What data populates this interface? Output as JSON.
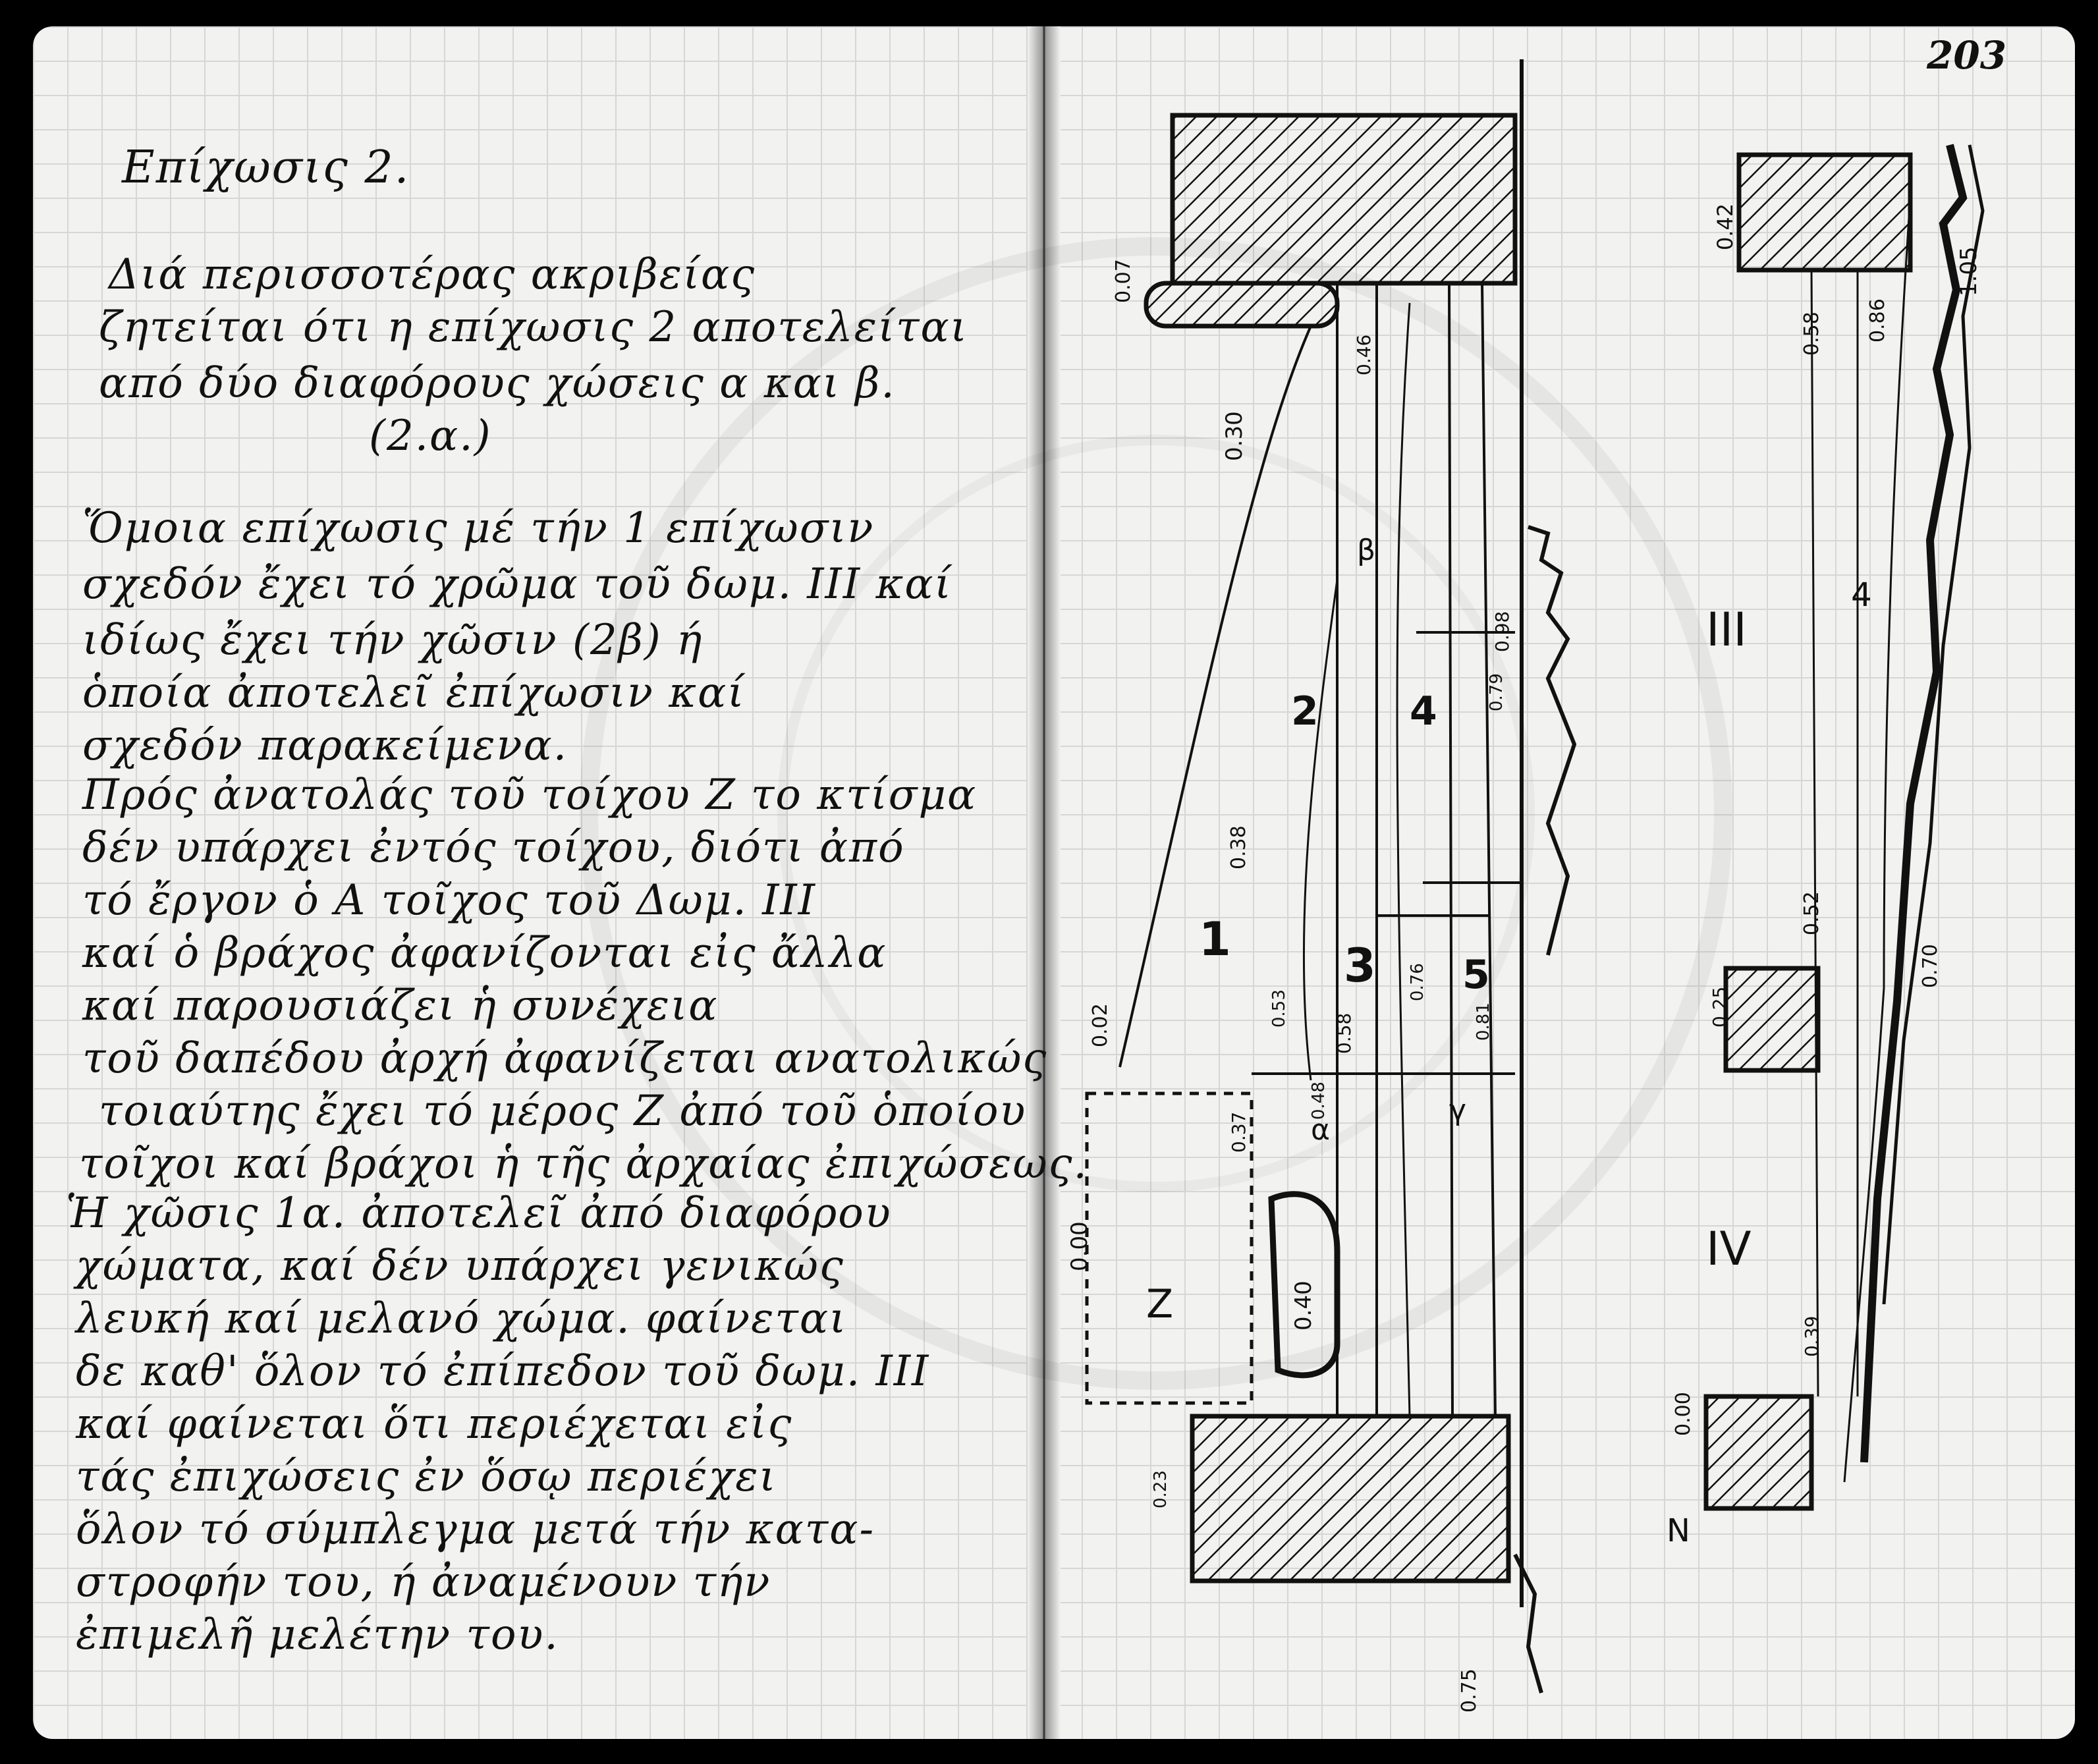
{
  "page_number": "203",
  "left_page": {
    "heading": "Επίχωσις 2.",
    "lines": [
      "Διά περισσοτέρας ακριβείας",
      "ζητείται ότι η επίχωσις 2 αποτελείται",
      "από δύο διαφόρους χώσεις α και β.",
      "(2.α.)",
      "Ὅμοια επίχωσις μέ τήν 1 επίχωσιν",
      "σχεδόν ἔχει τό χρῶμα τοῦ δωμ. III καί",
      "ιδίως ἔχει τήν χῶσιν (2β) ή",
      "ὁποία ἀποτελεῖ ἐπίχωσιν καί",
      "σχεδόν παρακείμενα.",
      "Πρός ἀνατολάς τοῦ τοίχου Ζ το κτίσμα",
      "δέν υπάρχει ἐντός τοίχου, διότι ἀπό",
      "τό ἔργον ὁ Α τοῖχος τοῦ Δωμ. III",
      "καί ὁ βράχος ἀφανίζονται εἰς ἄλλα",
      "καί παρουσιάζει ἡ συνέχεια",
      "τοῦ δαπέδου ἀρχή ἀφανίζεται ανατολικώς",
      "τοιαύτης ἔχει τό μέρος Ζ ἀπό τοῦ ὁποίου",
      "τοῖχοι καί βράχοι ἡ τῆς ἀρχαίας ἐπιχώσεως.",
      "Ἡ χῶσις 1α. ἀποτελεῖ ἀπό διαφόρου",
      "χώματα, καί δέν υπάρχει γενικώς",
      "λευκή καί μελανό χώμα. φαίνεται",
      "δε καθ' ὅλον τό ἐπίπεδον τοῦ δωμ. III",
      "καί φαίνεται ὅτι περιέχεται εἰς",
      "τάς ἐπιχώσεις ἐν ὅσῳ περιέχει",
      "ὅλον τό σύμπλεγμα μετά τήν κατα-",
      "στροφήν του, ή ἀναμένουν τήν",
      "ἐπιμελῆ μελέτην του."
    ]
  },
  "diagram": {
    "labels": {
      "z": "Z",
      "n": "N",
      "l1": "1",
      "l2": "2",
      "l3": "3",
      "l4": "4",
      "l5": "5",
      "alpha": "α",
      "beta": "β",
      "gamma": "γ",
      "r3": "III",
      "r4": "IV",
      "r4b": "4"
    },
    "measurements": [
      "0.07",
      "0.46",
      "0.30",
      "0.98",
      "0.79",
      "0.38",
      "0.53",
      "0.58",
      "0.76",
      "0.81",
      "0.48",
      "0.37",
      "0.40",
      "0.00",
      "0.02",
      "0.23",
      "0.75",
      "0.42",
      "0.58",
      "0.86",
      "1.05",
      "0.52",
      "0.70",
      "0.25",
      "0.39",
      "0.00"
    ]
  }
}
